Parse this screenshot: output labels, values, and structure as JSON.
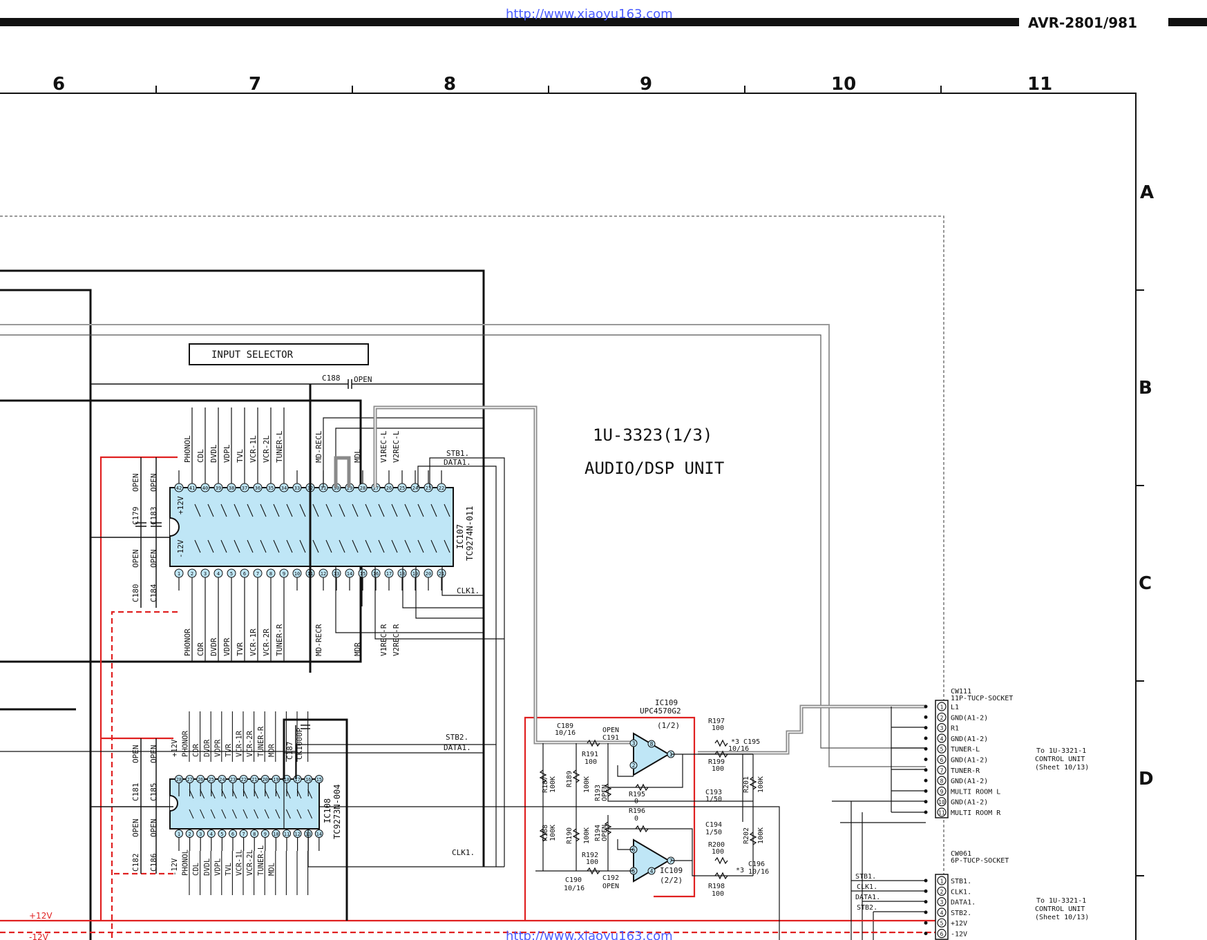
{
  "header": {
    "model": "AVR-2801/981",
    "url_top": "http://www.xiaoyu163.com",
    "url_bottom": "http://www.xiaoyu163.com"
  },
  "grid": {
    "columns": [
      "6",
      "7",
      "8",
      "9",
      "10",
      "11"
    ],
    "rows": [
      "A",
      "B",
      "C",
      "D"
    ]
  },
  "board": {
    "title": "1U-3323(1/3)",
    "subtitle": "AUDIO/DSP UNIT",
    "input_selector": "INPUT SELECTOR"
  },
  "ic107": {
    "name": "IC107",
    "part": "TC9274N-011",
    "top_labels": [
      "PHONOL",
      "CDL",
      "DVDL",
      "VDPL",
      "TVL",
      "VCR-1L",
      "VCR-2L",
      "TUNER-L",
      "MD-RECL",
      "MDL",
      "V1REC-L",
      "V2REC-L"
    ],
    "bottom_labels": [
      "PHONOR",
      "CDR",
      "DVDR",
      "VDPR",
      "TVR",
      "VCR-1R",
      "VCR-2R",
      "TUNER-R",
      "MD-RECR",
      "MDR",
      "V1REC-R",
      "V2REC-R"
    ],
    "top_pins": [
      "42",
      "41",
      "40",
      "39",
      "38",
      "37",
      "36",
      "35",
      "34",
      "33",
      "32",
      "31",
      "30",
      "29",
      "28",
      "27",
      "26",
      "25",
      "24",
      "23",
      "22"
    ],
    "bottom_pins": [
      "1",
      "2",
      "3",
      "4",
      "5",
      "6",
      "7",
      "8",
      "9",
      "10",
      "11",
      "12",
      "13",
      "14",
      "15",
      "16",
      "17",
      "18",
      "19",
      "20",
      "21"
    ],
    "supply_pos": "+12V",
    "supply_neg": "-12V"
  },
  "ic108": {
    "name": "IC108",
    "part": "TC9273N-004",
    "top_labels": [
      "+12V",
      "PHONOR",
      "CDR",
      "DVDR",
      "VDPR",
      "TVR",
      "VCR-1R",
      "VCR-2R",
      "TUNER-R",
      "MDR"
    ],
    "bottom_labels": [
      "-12V",
      "PHONOL",
      "CDL",
      "DVDL",
      "VDPL",
      "TVL",
      "VCR-1L",
      "VCR-2L",
      "TUNER-L",
      "MDL"
    ],
    "top_pins": [
      "28",
      "27",
      "26",
      "25",
      "24",
      "23",
      "22",
      "21",
      "20",
      "19",
      "18",
      "17",
      "16",
      "15"
    ],
    "bottom_pins": [
      "1",
      "2",
      "3",
      "4",
      "5",
      "6",
      "7",
      "8",
      "9",
      "10",
      "11",
      "12",
      "13",
      "14"
    ]
  },
  "caps_left": {
    "c179": "C179",
    "c183": "C183",
    "c180": "C180",
    "c184": "C184",
    "c181": "C181",
    "c185": "C185",
    "c182": "C182",
    "c186": "C186",
    "open": "OPEN"
  },
  "misc": {
    "c188": "C188",
    "c188_val": "OPEN",
    "c187": "C187",
    "c187_val": "CK1000P",
    "stb1": "STB1.",
    "data1": "DATA1.",
    "clk1": "CLK1.",
    "stb2": "STB2.",
    "data2": "DATA1.",
    "clk2": "CLK1."
  },
  "ic109": {
    "name": "IC109",
    "part": "UPC4570G2",
    "half1": "(1/2)",
    "half2": "(2/2)",
    "name2": "IC109",
    "pins": [
      "3",
      "8",
      "1",
      "2",
      "5",
      "4",
      "7",
      "6"
    ]
  },
  "parts": {
    "c189": "C189",
    "c189_v": "10/16",
    "c191_open": "OPEN",
    "c191": "C191",
    "r191": "R191",
    "r191_v": "100",
    "r197": "R197",
    "r197_v": "100",
    "c195": "*3 C195",
    "c195_v": "10/16",
    "r199": "R199",
    "r199_v": "100",
    "r187": "R187",
    "r187_v": "100K",
    "r189": "R189",
    "r189_v": "100K",
    "r193": "R193",
    "r193_v": "OPEN",
    "r195": "R195",
    "r195_v": "0",
    "c193": "C193",
    "c193_v": "1/50",
    "r201": "R201",
    "r201_v": "100K",
    "r188": "R188",
    "r188_v": "100K",
    "r190": "R190",
    "r190_v": "100K",
    "r194": "R194",
    "r194_v": "OPEN",
    "r196": "R196",
    "r196_v": "0",
    "c194": "C194",
    "c194_v": "1/50",
    "r202": "R202",
    "r202_v": "100K",
    "r192": "R192",
    "r192_v": "100",
    "r200": "R200",
    "r200_v": "100",
    "c196": "C196",
    "c196_v": "10/16",
    "c196_star": "*3",
    "c190": "C190",
    "c190_v": "10/16",
    "c192": "C192",
    "c192_v": "OPEN",
    "r198": "R198",
    "r198_v": "100"
  },
  "cw111": {
    "name": "CW111",
    "type": "11P-TUCP-SOCKET",
    "pins": [
      "1",
      "2",
      "3",
      "4",
      "5",
      "6",
      "7",
      "8",
      "9",
      "10",
      "11"
    ],
    "labels": [
      "L1",
      "GND(A1-2)",
      "R1",
      "GND(A1-2)",
      "TUNER-L",
      "GND(A1-2)",
      "TUNER-R",
      "GND(A1-2)",
      "MULTI ROOM L",
      "GND(A1-2)",
      "MULTI ROOM R"
    ],
    "to": [
      "To 1U-3321-1",
      "CONTROL UNIT",
      "(Sheet 10/13)"
    ]
  },
  "cw061": {
    "name": "CW061",
    "type": "6P-TUCP-SOCKET",
    "pins": [
      "1",
      "2",
      "3",
      "4",
      "5",
      "6"
    ],
    "labels": [
      "STB1.",
      "CLK1.",
      "DATA1.",
      "STB2.",
      "+12V",
      "-12V"
    ],
    "wire_labels": [
      "STB1.",
      "CLK1.",
      "DATA1.",
      "STB2."
    ],
    "to": [
      "To 1U-3321-1",
      "CONTROL UNIT",
      "(Sheet 10/13)"
    ]
  },
  "rails": {
    "pos": "+12V",
    "neg": "-12V"
  },
  "colors": {
    "line": "#111111",
    "red": "#e02020",
    "chip": "#bfe6f6",
    "gray": "#9a9a9a",
    "watermark": "#4a5cff"
  }
}
